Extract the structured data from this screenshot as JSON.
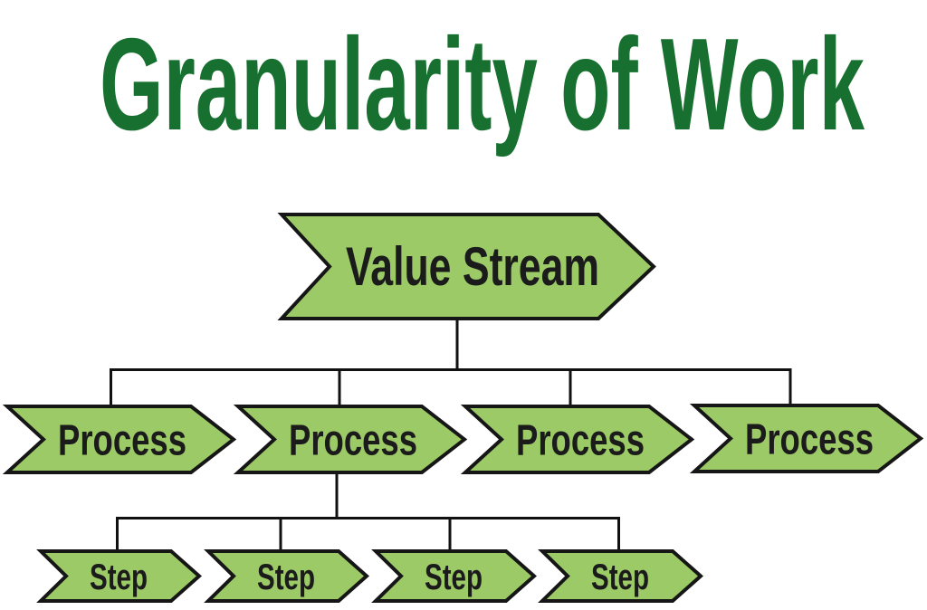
{
  "title": {
    "text": "Granularity of Work"
  },
  "colors": {
    "title_green": "#17702f",
    "arrow_fill": "#9cca66",
    "arrow_outline": "#161616",
    "label_text": "#1b1b1b",
    "connector": "#111111",
    "background": "#ffffff"
  },
  "diagram": {
    "value_stream": {
      "label": "Value Stream"
    },
    "processes": [
      {
        "label": "Process"
      },
      {
        "label": "Process"
      },
      {
        "label": "Process"
      },
      {
        "label": "Process"
      }
    ],
    "steps": [
      {
        "label": "Step"
      },
      {
        "label": "Step"
      },
      {
        "label": "Step"
      },
      {
        "label": "Step"
      }
    ],
    "hierarchy_note": "Value Stream branches into 4 Processes; the 2nd Process branches into 4 Steps"
  }
}
